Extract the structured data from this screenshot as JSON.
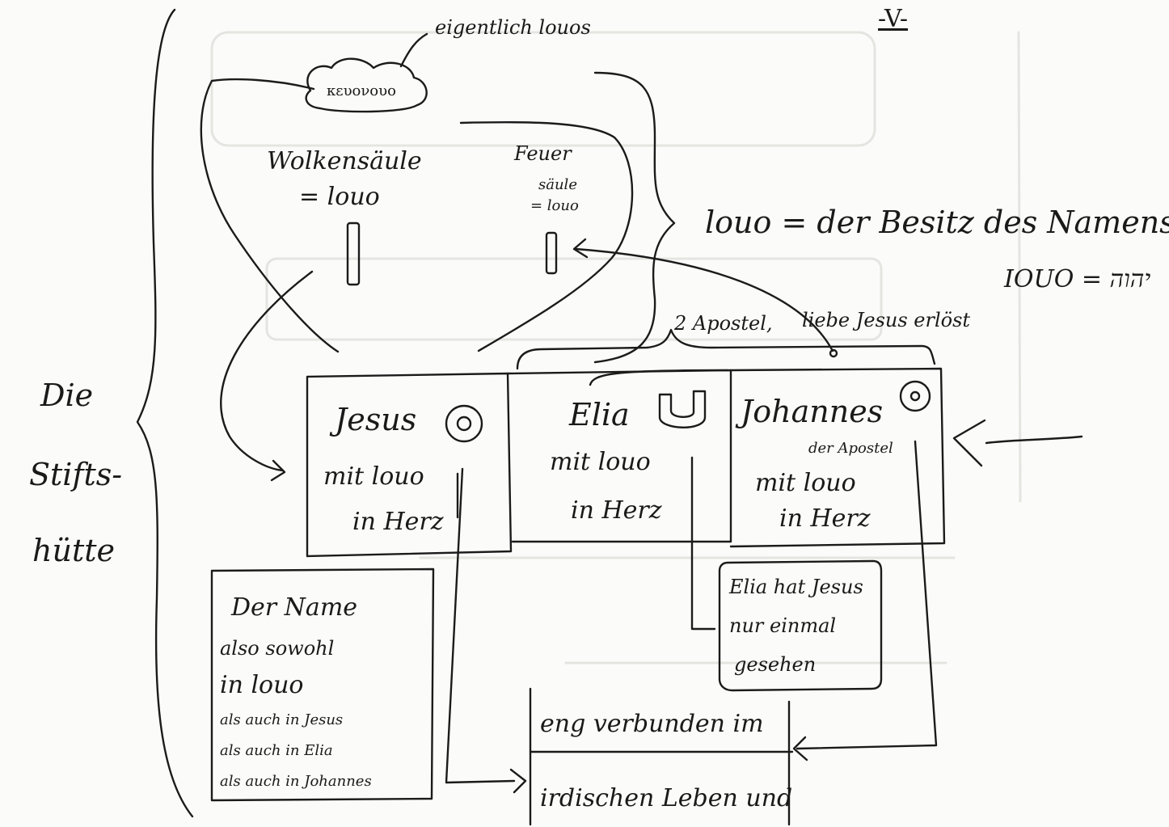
{
  "page_marker": "-V-",
  "side_label": [
    "Die",
    "Stifts-",
    "hütte"
  ],
  "cloud": {
    "tag": "κευονουο",
    "tag_note": "eigentlich louos"
  },
  "pillars": {
    "wolkensaule": [
      "Wolkensäule",
      "= louo"
    ],
    "feuersaule": [
      "Feuer",
      "säule",
      "= louo"
    ]
  },
  "definition": {
    "line1": "louo = der Besitz des Namens",
    "line2": "IOUO = יהוה"
  },
  "apostle_note": "2 Apostel,",
  "beloved_note": "liebe Jesus erlöst",
  "boxes": {
    "jesus": {
      "name": "Jesus",
      "symbol": "O",
      "lines": [
        "mit louo",
        "in Herz"
      ]
    },
    "elia": {
      "name": "Elia",
      "symbol": "U",
      "lines": [
        "mit louo",
        "in Herz"
      ]
    },
    "johannes": {
      "name": "Johannes",
      "subtitle": "der Apostel",
      "symbol": "O",
      "lines": [
        "mit louo",
        "in Herz"
      ]
    }
  },
  "name_box": [
    "Der Name",
    "also sowohl",
    "in louo",
    "als auch in Jesus",
    "als auch in Elia",
    "als auch in Johannes"
  ],
  "elia_note": [
    "Elia hat Jesus",
    "nur einmal",
    "gesehen"
  ],
  "bottom_box": [
    "eng verbunden im",
    "irdischen Leben und"
  ]
}
